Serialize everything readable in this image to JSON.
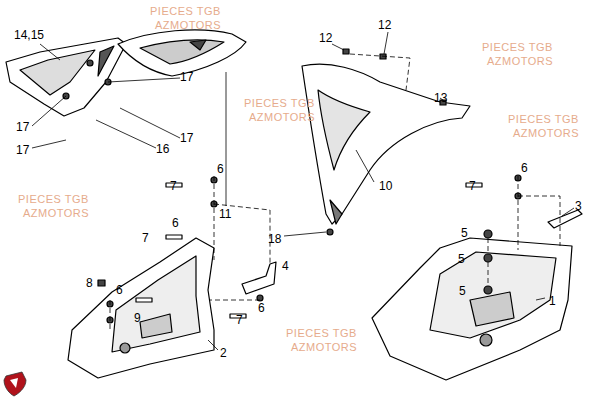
{
  "diagram": {
    "labels": [
      "14,15",
      "11",
      "12",
      "12",
      "13",
      "10",
      "18",
      "17",
      "17",
      "17",
      "16",
      "17",
      "6",
      "7",
      "6",
      "7",
      "4",
      "8",
      "6",
      "9",
      "7",
      "6",
      "2",
      "6",
      "7",
      "3",
      "5",
      "5",
      "5",
      "1",
      "PIECES TGB",
      "AZMOTORS",
      "PIECES TGB",
      "AZMOTORS",
      "PIECES TGB",
      "AZMOTORS",
      "PIECES TGB",
      "AZMOTORS",
      "PIECES TGB",
      "AZMOTORS",
      "PIECES TGB",
      "AZMOTORS"
    ]
  }
}
